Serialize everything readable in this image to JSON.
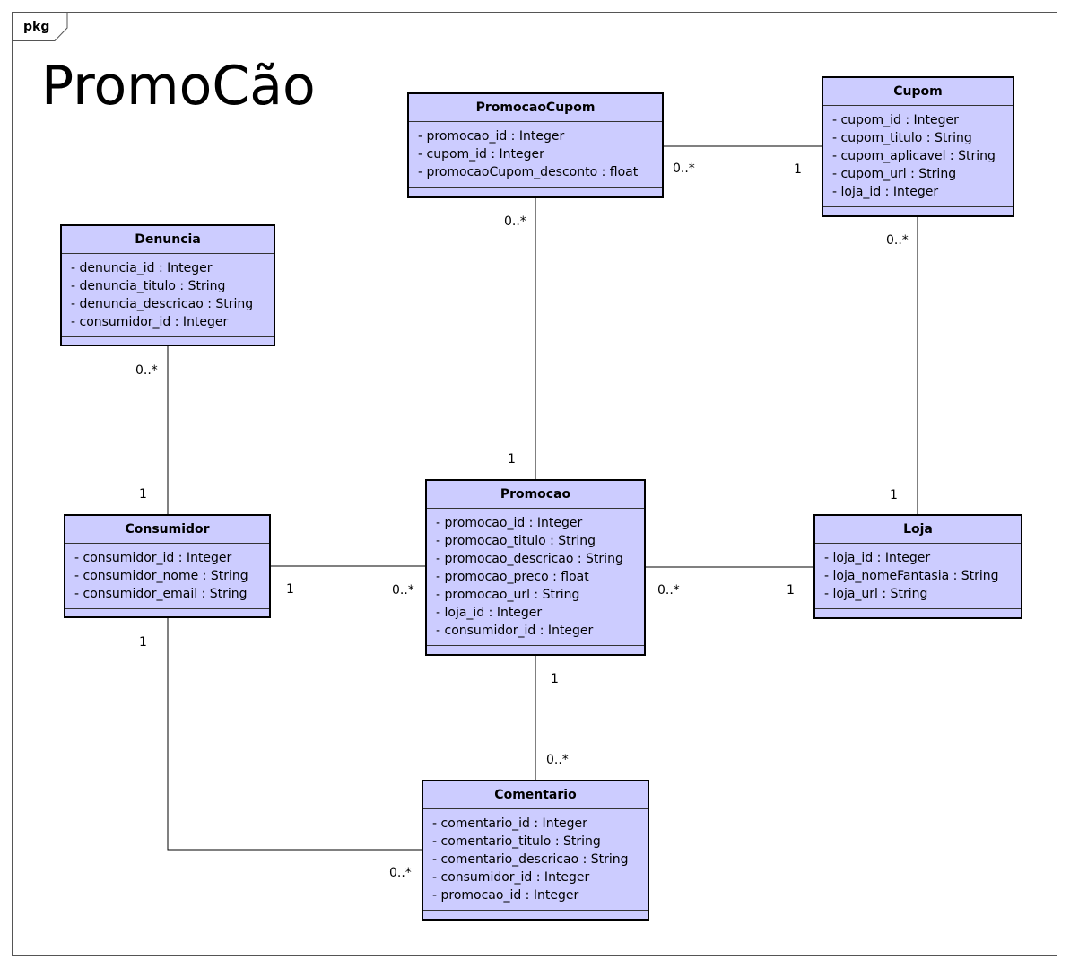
{
  "package": {
    "label": "pkg",
    "title": "PromoCão"
  },
  "classes": {
    "promocao_cupom": {
      "name": "PromocaoCupom",
      "attributes": [
        "- promocao_id : Integer",
        "- cupom_id : Integer",
        "- promocaoCupom_desconto : float"
      ]
    },
    "cupom": {
      "name": "Cupom",
      "attributes": [
        "- cupom_id : Integer",
        "- cupom_titulo : String",
        "- cupom_aplicavel : String",
        "- cupom_url : String",
        "- loja_id : Integer"
      ]
    },
    "denuncia": {
      "name": "Denuncia",
      "attributes": [
        "- denuncia_id : Integer",
        "- denuncia_titulo : String",
        "- denuncia_descricao : String",
        "- consumidor_id : Integer"
      ]
    },
    "consumidor": {
      "name": "Consumidor",
      "attributes": [
        "- consumidor_id : Integer",
        "- consumidor_nome : String",
        "- consumidor_email : String"
      ]
    },
    "promocao": {
      "name": "Promocao",
      "attributes": [
        "- promocao_id : Integer",
        "- promocao_titulo : String",
        "- promocao_descricao : String",
        "- promocao_preco : float",
        "- promocao_url : String",
        "- loja_id : Integer",
        "- consumidor_id : Integer"
      ]
    },
    "loja": {
      "name": "Loja",
      "attributes": [
        "- loja_id : Integer",
        "- loja_nomeFantasia : String",
        "- loja_url : String"
      ]
    },
    "comentario": {
      "name": "Comentario",
      "attributes": [
        "- comentario_id : Integer",
        "- comentario_titulo : String",
        "- comentario_descricao : String",
        "- consumidor_id : Integer",
        "- promocao_id : Integer"
      ]
    }
  },
  "multiplicities": {
    "pc_cupom_near_pc": "0..*",
    "pc_cupom_near_cupom": "1",
    "pc_promocao_near_pc": "0..*",
    "pc_promocao_near_promocao": "1",
    "cupom_loja_near_cupom": "0..*",
    "cupom_loja_near_loja": "1",
    "denuncia_consumidor_near_denuncia": "0..*",
    "denuncia_consumidor_near_consumidor": "1",
    "consumidor_promocao_near_consumidor": "1",
    "consumidor_promocao_near_promocao": "0..*",
    "promocao_loja_near_promocao": "0..*",
    "promocao_loja_near_loja": "1",
    "promocao_comentario_near_promocao": "1",
    "promocao_comentario_near_comentario": "0..*",
    "consumidor_comentario_near_consumidor": "1",
    "consumidor_comentario_near_comentario": "0..*"
  }
}
